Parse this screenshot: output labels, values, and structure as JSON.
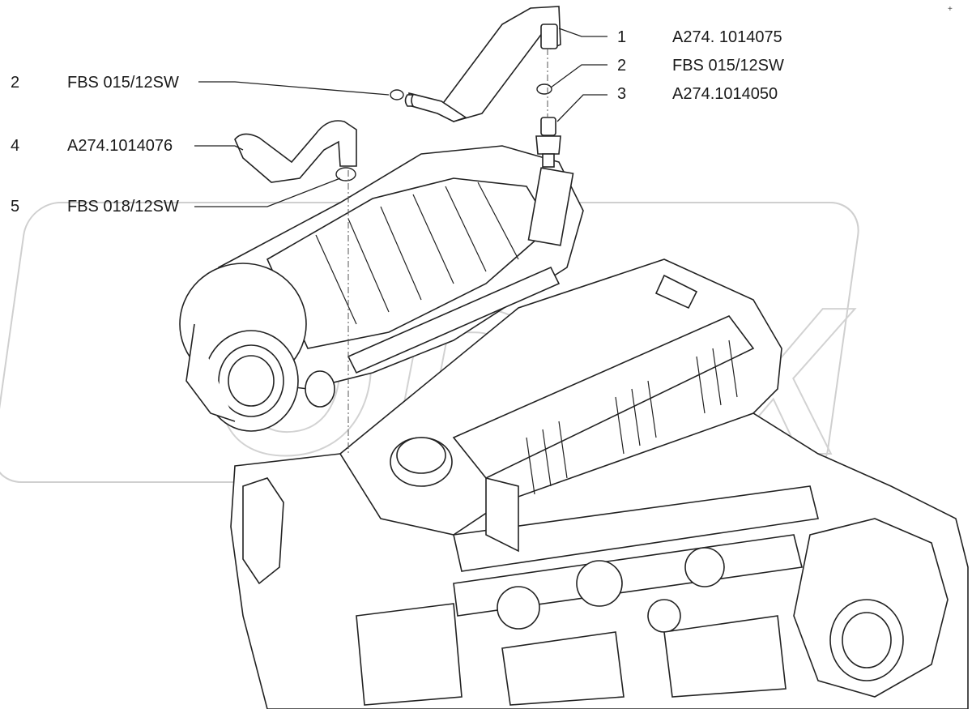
{
  "watermark": "OPEX",
  "corner_mark": "+ ",
  "callouts_left": [
    {
      "number": "2",
      "part": "FBS 015/12SW"
    },
    {
      "number": "4",
      "part": "A274.1014076"
    },
    {
      "number": "5",
      "part": "FBS 018/12SW"
    }
  ],
  "callouts_right": [
    {
      "number": "1",
      "part": "A274. 1014075"
    },
    {
      "number": "2",
      "part": "FBS 015/12SW"
    },
    {
      "number": "3",
      "part": "A274.1014050"
    }
  ]
}
